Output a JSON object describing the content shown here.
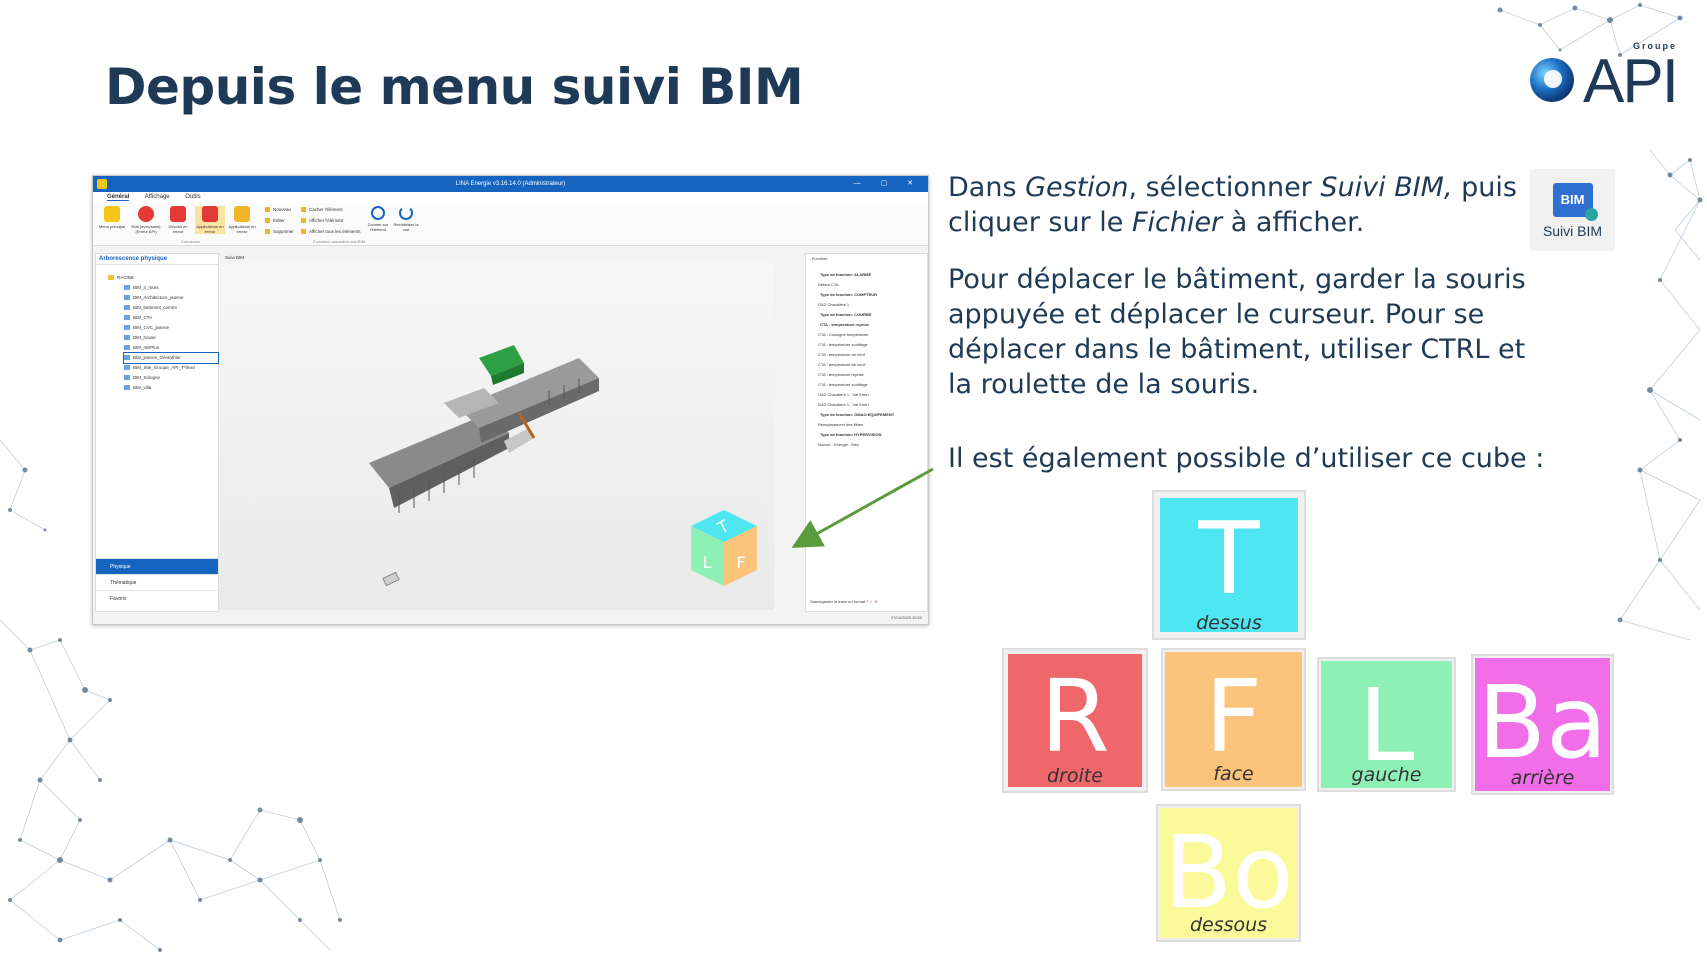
{
  "slide": {
    "title": "Depuis le menu suivi BIM",
    "logo": {
      "groupe": "Groupe",
      "brand": "API"
    }
  },
  "app_window": {
    "title_bar": "LINA Energie v3.16.14.0 (Administrateur)",
    "tabs": [
      "Général",
      "Affichage",
      "Outils"
    ],
    "ribbon": {
      "buttons": [
        {
          "label": "Menu principal",
          "color": "#f5c518"
        },
        {
          "label": "Etat (avec/sans) (Erreur API)",
          "color": "#e53935"
        },
        {
          "label": "Devoirs en erreur",
          "color": "#e53935"
        },
        {
          "label": "Applications en erreur",
          "color": "#e53935"
        },
        {
          "label": "Applications en erreur",
          "color": "#f0b429"
        }
      ],
      "small_actions": [
        "Nouveau",
        "Éditer",
        "Supprimer",
        "Cacher l'élément",
        "Afficher l'élément",
        "Afficher tous les éléments"
      ],
      "view_buttons": [
        "Zoomer sur l'élément",
        "Réinitialiser la vue"
      ],
      "groups": [
        "Connexion",
        "Fonctions associées aux BIM"
      ]
    },
    "left_panel": {
      "header": "Arborescence physique",
      "root": "RACINE",
      "items": [
        "BIM_4_murs",
        "BIM_Architecture_jeanne",
        "BIM_batiment_commt",
        "BIM_CTA",
        "BIM_CVC_jeanne",
        "BIM_house",
        "BIM_mEPlus",
        "BIM_jeanne_Géranthier",
        "BIM_Site_Groupe_API_T*fmez",
        "BIM_Sologne",
        "BIM_villa"
      ],
      "selected_index": 7,
      "nav": [
        "Physique",
        "Thématique",
        "Favoris"
      ]
    },
    "view_tab": "Suivi BIM",
    "right_panel": {
      "header": "Fonction",
      "lines": [
        {
          "text": "Type de fonction: ALARME",
          "group": true
        },
        {
          "text": "Défaut CTA",
          "group": false
        },
        {
          "text": "Type de fonction: COMPTEUR",
          "group": true
        },
        {
          "text": "GAZ Chaudière 1",
          "group": false
        },
        {
          "text": "Type de fonction: COURBE",
          "group": true
        },
        {
          "text": "CTA : température reprise",
          "group": true
        },
        {
          "text": "CTA : Consigne température",
          "group": false
        },
        {
          "text": "CTA : température soufflage",
          "group": false
        },
        {
          "text": "CTA : température air neuf",
          "group": false
        },
        {
          "text": "CTA : température air neuf",
          "group": false
        },
        {
          "text": "CTA : température reprise",
          "group": false
        },
        {
          "text": "CTA : température soufflage",
          "group": false
        },
        {
          "text": "GAZ Chaudière 1 - Val Eneri",
          "group": false
        },
        {
          "text": "GAZ Chaudière 1 - Val Eneri",
          "group": false
        },
        {
          "text": "Type de fonction: GMAO EQUIPEMENT",
          "group": true
        },
        {
          "text": "Remplacement des filtres",
          "group": false
        },
        {
          "text": "Type de fonction: HYPERVISION",
          "group": true
        },
        {
          "text": "Nouvel - Energie - Elec",
          "group": false
        }
      ],
      "footer": "Sauvegarder la trace en format ?"
    },
    "status": "07/04/2025 15:50"
  },
  "instructions": {
    "p1": [
      "Dans ",
      "Gestion",
      ", sélectionner ",
      "Suivi BIM,",
      " puis cliquer sur le ",
      "Fichier",
      " à afficher."
    ],
    "p2": "Pour déplacer le bâtiment, garder la souris appuyée et déplacer le curseur. Pour se déplacer dans le bâtiment, utiliser CTRL et la roulette de la souris.",
    "p3": "Il est également possible d’utiliser ce cube :"
  },
  "suivi_bim_icon": {
    "glyph": "BIM",
    "label": "Suivi BIM"
  },
  "cube_faces": [
    {
      "letter": "T",
      "caption": "dessus",
      "color": "#4ee6f0"
    },
    {
      "letter": "R",
      "caption": "droite",
      "color": "#f0676b"
    },
    {
      "letter": "F",
      "caption": "face",
      "color": "#fcc37a"
    },
    {
      "letter": "L",
      "caption": "gauche",
      "color": "#8ef0b5"
    },
    {
      "letter": "Ba",
      "caption": "arrière",
      "color": "#f26ee8"
    },
    {
      "letter": "Bo",
      "caption": "dessous",
      "color": "#fafa9a"
    }
  ],
  "mini_cube": {
    "top": "T",
    "left": "L",
    "right": "F"
  }
}
